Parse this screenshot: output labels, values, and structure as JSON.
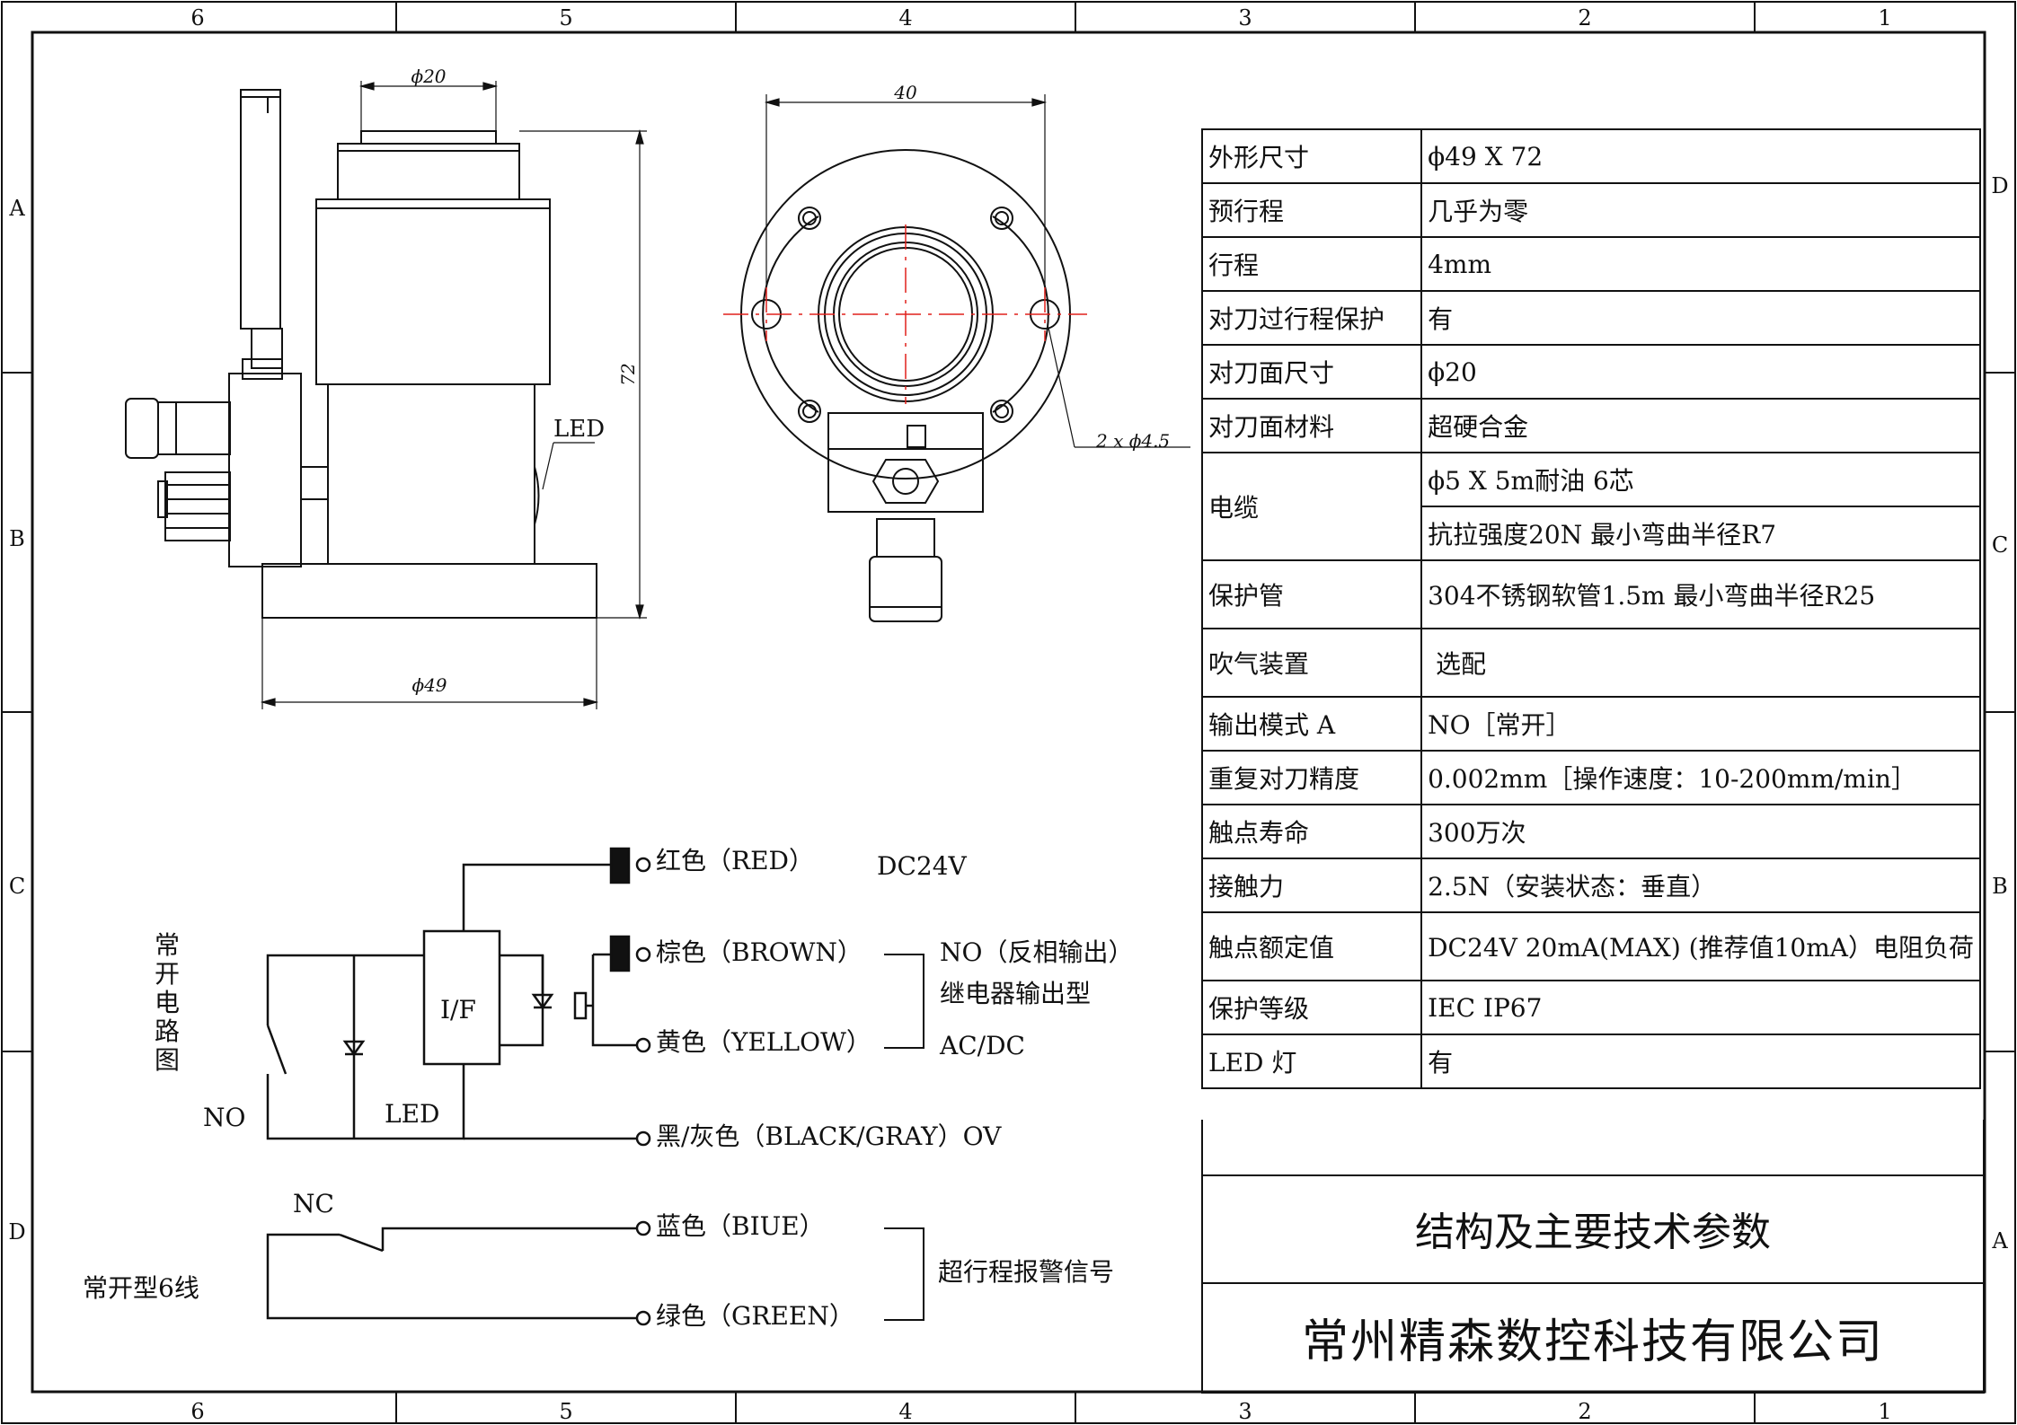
{
  "border": {
    "columns_top": [
      "6",
      "5",
      "4",
      "3",
      "2",
      "1"
    ],
    "columns_bottom": [
      "6",
      "5",
      "4",
      "3",
      "2",
      "1"
    ],
    "rows_left": [
      "A",
      "B",
      "C",
      "D"
    ],
    "rows_right": [
      "D",
      "C",
      "B",
      "A"
    ]
  },
  "side_view": {
    "dim_top": "ϕ20",
    "dim_height": "72",
    "dim_bottom": "ϕ49",
    "led_label": "LED"
  },
  "top_view": {
    "dim_width": "40",
    "hole_label": "2 x ϕ4.5"
  },
  "circuit": {
    "title_vertical": "常开电路图",
    "no_label": "NO",
    "led_label": "LED",
    "if_label": "I/F",
    "red": "红色（RED）",
    "dc": "DC24V",
    "brown": "棕色（BROWN）",
    "yellow": "黄色（YELLOW）",
    "no_output_line1": "NO（反相输出）",
    "no_output_line2": "继电器输出型",
    "acdc": "AC/DC",
    "black": "黑/灰色（BLACK/GRAY）OV",
    "nc_label": "NC",
    "blue": "蓝色（BIUE）",
    "green": "绿色（GREEN）",
    "alarm": "超行程报警信号",
    "type_label": "常开型6线"
  },
  "specs": [
    {
      "k": "外形尺寸",
      "v": "ϕ49 X 72"
    },
    {
      "k": "预行程",
      "v": "几乎为零"
    },
    {
      "k": "行程",
      "v": "4mm"
    },
    {
      "k": "对刀过行程保护",
      "v": "有"
    },
    {
      "k": "对刀面尺寸",
      "v": "ϕ20"
    },
    {
      "k": "对刀面材料",
      "v": "超硬合金"
    },
    {
      "k": "电缆",
      "v": "ϕ5 X 5m耐油 6芯",
      "v2": "抗拉强度20N 最小弯曲半径R7"
    },
    {
      "k": "保护管",
      "v": "304不锈钢软管1.5m 最小弯曲半径R25"
    },
    {
      "k": "吹气装置",
      "v": " 选配"
    },
    {
      "k": "输出模式 A",
      "v": "NO［常开］"
    },
    {
      "k": "重复对刀精度",
      "v": "0.002mm［操作速度：10-200mm/min］"
    },
    {
      "k": "触点寿命",
      "v": "300万次"
    },
    {
      "k": "接触力",
      "v": "2.5N（安装状态：垂直）"
    },
    {
      "k": "触点额定值",
      "v": "DC24V 20mA(MAX) (推荐值10mA）电阻负荷"
    },
    {
      "k": "保护等级",
      "v": "IEC IP67"
    },
    {
      "k": "LED 灯",
      "v": "有"
    }
  ],
  "title_block": {
    "title": "结构及主要技术参数",
    "company": "常州精森数控科技有限公司"
  },
  "colors": {
    "line": "#111111",
    "centerline": "#e0201c"
  }
}
